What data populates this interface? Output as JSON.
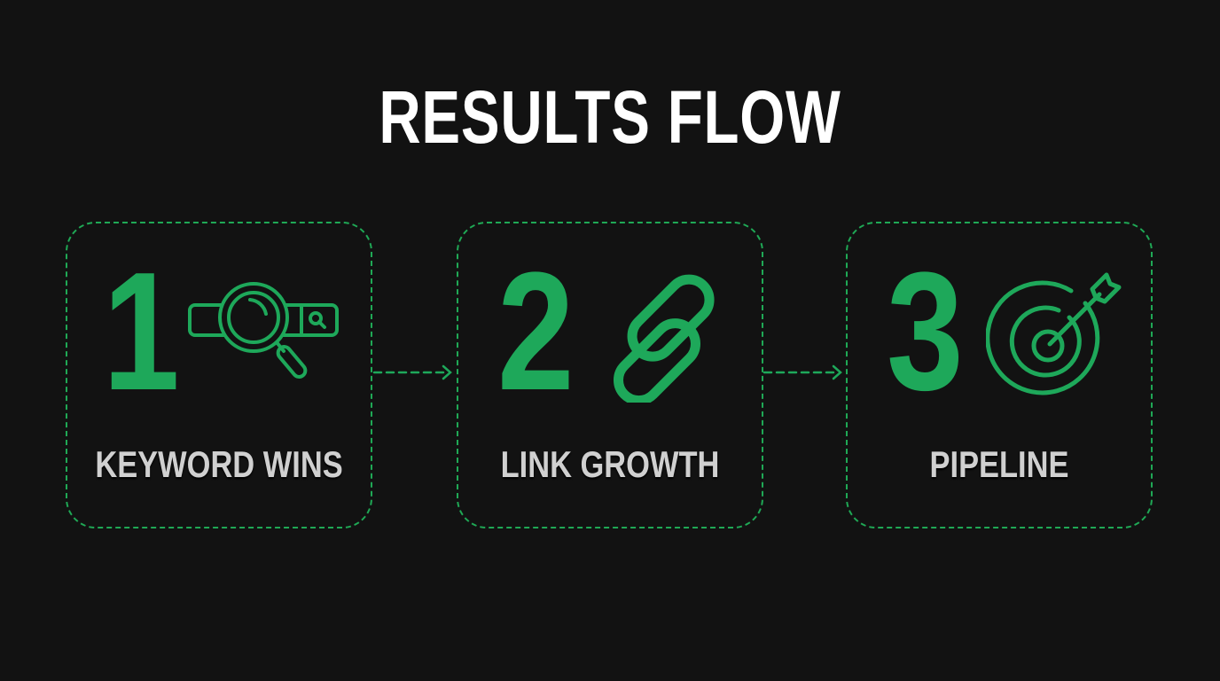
{
  "title": "RESULTS FLOW",
  "colors": {
    "background": "#121212",
    "accent": "#1ea85a",
    "title": "#ffffff",
    "label": "#d0d0d0"
  },
  "steps": [
    {
      "number": "1",
      "label": "KEYWORD WINS",
      "icon": "search-bar-magnifier-icon"
    },
    {
      "number": "2",
      "label": "LINK GROWTH",
      "icon": "chain-link-icon"
    },
    {
      "number": "3",
      "label": "PIPELINE",
      "icon": "target-arrow-icon"
    }
  ],
  "connectors": [
    {
      "from": "1",
      "to": "2",
      "style": "dashed-arrow"
    },
    {
      "from": "2",
      "to": "3",
      "style": "dashed-arrow"
    }
  ]
}
